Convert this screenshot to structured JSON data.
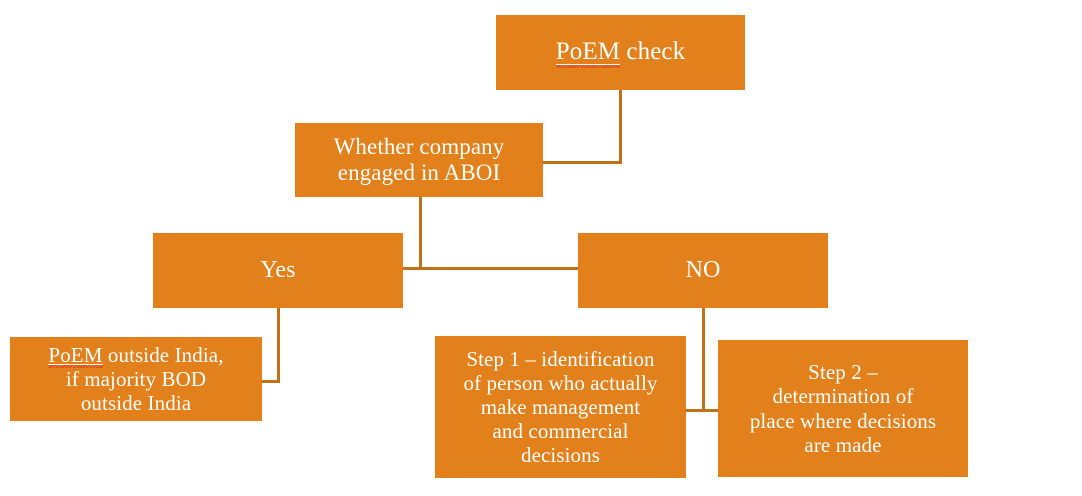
{
  "diagram": {
    "title": "PoEM check decision flow",
    "colors": {
      "node_fill": "#E2801B",
      "node_text": "#FFFFFF",
      "connector": "#C1711A",
      "background": "#FFFFFF",
      "spellcheck_underline": "#E03C1A"
    },
    "nodes": {
      "poem_check": {
        "label": "PoEM check",
        "misspelled_word": "PoEM",
        "rest_of_label": " check"
      },
      "aboi_check": {
        "label": "Whether company\nengaged in ABOI"
      },
      "yes": {
        "label": "Yes"
      },
      "no": {
        "label": "NO"
      },
      "poem_outside_india": {
        "misspelled_word": "PoEM",
        "rest_of_label": " outside India,\nif majority BOD\noutside India",
        "label": "PoEM outside India, if majority BOD outside India"
      },
      "step_1": {
        "label": "Step 1 – identification\nof person who actually\nmake management\nand commercial\ndecisions"
      },
      "step_2": {
        "label": "Step 2 –\ndetermination of\nplace where decisions\nare made"
      }
    },
    "edges": [
      {
        "from": "poem_check",
        "to": "aboi_check"
      },
      {
        "from": "aboi_check",
        "to": "yes"
      },
      {
        "from": "aboi_check",
        "to": "no"
      },
      {
        "from": "yes",
        "to": "poem_outside_india"
      },
      {
        "from": "no",
        "to": "step_1"
      },
      {
        "from": "no",
        "to": "step_2"
      }
    ]
  }
}
